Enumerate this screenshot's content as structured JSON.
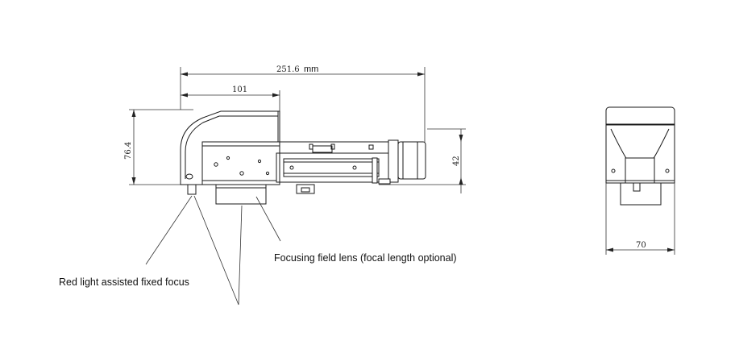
{
  "dimensions": {
    "overall_length": "251.6",
    "overall_length_unit": "mm",
    "head_length": "101",
    "height": "76.4",
    "lens_height": "42",
    "side_width": "70"
  },
  "annotations": {
    "field_lens": "Focusing field lens (focal length optional)",
    "red_light": "Red light assisted fixed focus"
  }
}
